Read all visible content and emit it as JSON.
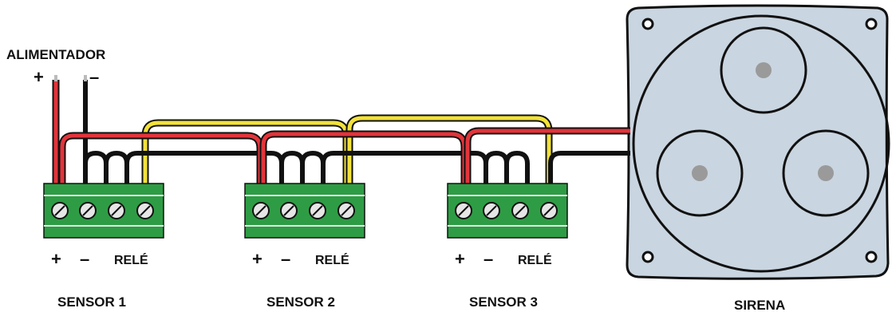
{
  "power_supply": {
    "label": "ALIMENTADOR",
    "plus": "+",
    "minus": "–"
  },
  "sensors": [
    {
      "name": "SENSOR 1",
      "plus": "+",
      "minus": "–",
      "relay": "RELÉ"
    },
    {
      "name": "SENSOR 2",
      "plus": "+",
      "minus": "–",
      "relay": "RELÉ"
    },
    {
      "name": "SENSOR 3",
      "plus": "+",
      "minus": "–",
      "relay": "RELÉ"
    }
  ],
  "siren": {
    "label": "SIRENA"
  },
  "colors": {
    "wire_red": "#e3343b",
    "wire_black": "#111111",
    "wire_yellow": "#f2e23a",
    "terminal_green": "#2e9c45",
    "siren_body": "#c9d5e0",
    "screw_center": "#9a9a9a"
  }
}
